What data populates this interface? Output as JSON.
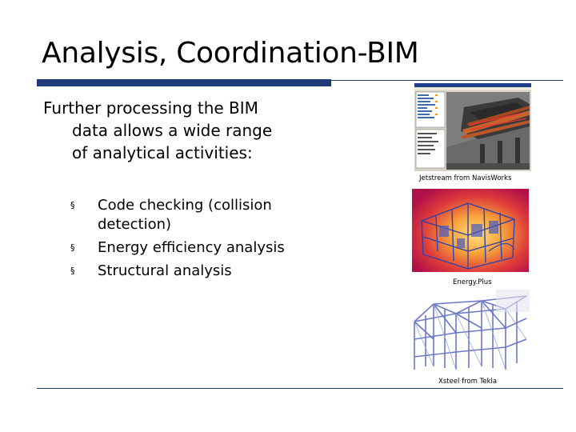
{
  "slide": {
    "title": "Analysis, Coordination-BIM",
    "intro_lines": [
      "Further processing the BIM",
      "data allows a wide range",
      "of analytical activities:"
    ],
    "bullet_marker": "§",
    "bullets": [
      "Code checking (collision detection)",
      "Energy efficiency analysis",
      "Structural analysis"
    ],
    "figures": [
      {
        "caption": "Jetstream from NavisWorks",
        "icon": "navisworks-screenshot"
      },
      {
        "caption": "Energy.Plus",
        "icon": "energy-heatmap-model"
      },
      {
        "caption": "Xsteel from Tekla",
        "icon": "steel-frame-model"
      }
    ],
    "colors": {
      "rule": "#1f3a78",
      "heat_red": "#d4203a",
      "heat_orange": "#f29a2e",
      "frame_blue": "#6a78c8"
    }
  }
}
